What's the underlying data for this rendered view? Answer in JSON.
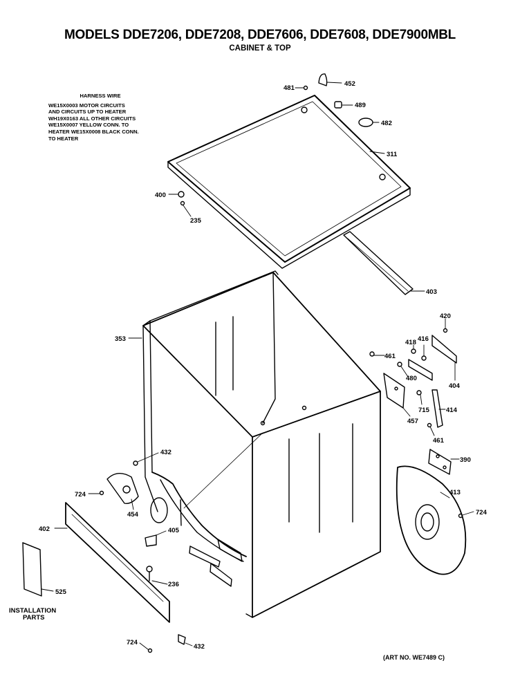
{
  "header": {
    "title": "MODELS DDE7206, DDE7208, DDE7606, DDE7608, DDE7900MBL",
    "subtitle": "CABINET & TOP"
  },
  "harness_note": {
    "title": "HARNESS WIRE",
    "lines": [
      "WE15X0003 MOTOR CIRCUITS",
      "AND CIRCUITS UP TO HEATER",
      "WH19X0163 ALL OTHER CIRCUITS",
      "WE15X0007 YELLOW CONN. TO",
      "HEATER WE15X0008 BLACK CONN.",
      "TO HEATER"
    ]
  },
  "parts": {
    "p481a": "481",
    "p452": "452",
    "p489": "489",
    "p482": "482",
    "p311": "311",
    "p400": "400",
    "p235": "235",
    "p403": "403",
    "p353": "353",
    "p420": "420",
    "p418": "418",
    "p416": "416",
    "p461a": "461",
    "p480": "480",
    "p404": "404",
    "p715": "715",
    "p414": "414",
    "p457": "457",
    "p461b": "461",
    "p390": "390",
    "p432a": "432",
    "p724a": "724",
    "p454": "454",
    "p413": "413",
    "p724b": "724",
    "p402": "402",
    "p405": "405",
    "p236": "236",
    "p525": "525",
    "installation": "INSTALLATION",
    "parts_word": "PARTS",
    "p724c": "724",
    "p432b": "432"
  },
  "footer": {
    "art_no": "(ART NO. WE7489 C)"
  }
}
